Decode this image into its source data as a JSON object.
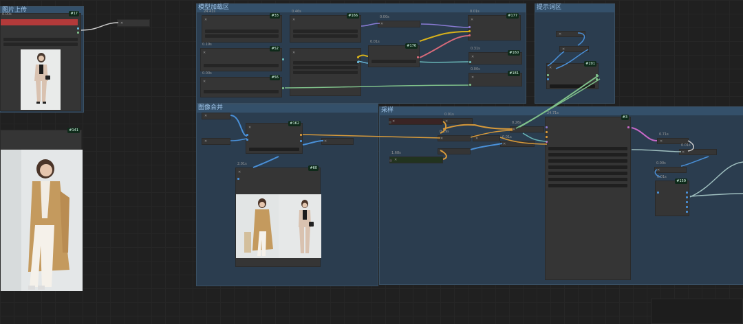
{
  "groups": {
    "g1": {
      "title": "图片上传"
    },
    "g2": {
      "title": "模型加载区"
    },
    "g3": {
      "title": "图像合并"
    },
    "g4": {
      "title": "采样"
    },
    "g5": {
      "title": "提示词区"
    }
  },
  "nodes": {
    "n17": {
      "id": "#17",
      "time": "0.00s"
    },
    "n141": {
      "id": "#141"
    },
    "n33": {
      "id": "#33",
      "time": "24.41s"
    },
    "n166": {
      "id": "#166",
      "time": "0.46s"
    },
    "na": {
      "time": "0.00s"
    },
    "n177": {
      "id": "#177",
      "time": "0.01s"
    },
    "n52": {
      "id": "#52",
      "time": "0.19s"
    },
    "n176": {
      "id": "#176",
      "time": "0.01s"
    },
    "n160": {
      "id": "#160",
      "time": "0.31s"
    },
    "n56": {
      "id": "#56",
      "time": "0.00s"
    },
    "n181": {
      "id": "#181",
      "time": "0.00s"
    },
    "n201": {
      "id": "#201"
    },
    "n162": {
      "id": "#162"
    },
    "n60": {
      "id": "#60",
      "time": "2.01s"
    },
    "nb": {
      "time": "0.01s"
    },
    "nc": {
      "time": "0.19s"
    },
    "nd": {
      "time": "0.26s"
    },
    "ne": {
      "time": "0.01s"
    },
    "nf": {
      "time": "1.68s"
    },
    "n3": {
      "id": "#3",
      "time": "24.71s"
    },
    "ng": {
      "time": "0.71s"
    },
    "nh": {
      "time": "0.01s"
    },
    "ni": {
      "time": "0.00s"
    },
    "n159": {
      "id": "#159",
      "time": "0.01s"
    }
  },
  "colors": {
    "wire_purple": "#8a7bd4",
    "wire_yellow": "#d8b21a",
    "wire_pink": "#d86a7a",
    "wire_green": "#7fc08a",
    "wire_teal": "#6ab8b8",
    "wire_blue": "#4a90d8",
    "wire_orange": "#d89a3a",
    "wire_magenta": "#c868c8",
    "wire_gray": "#cccccc",
    "error_red": "#b33a3a"
  }
}
